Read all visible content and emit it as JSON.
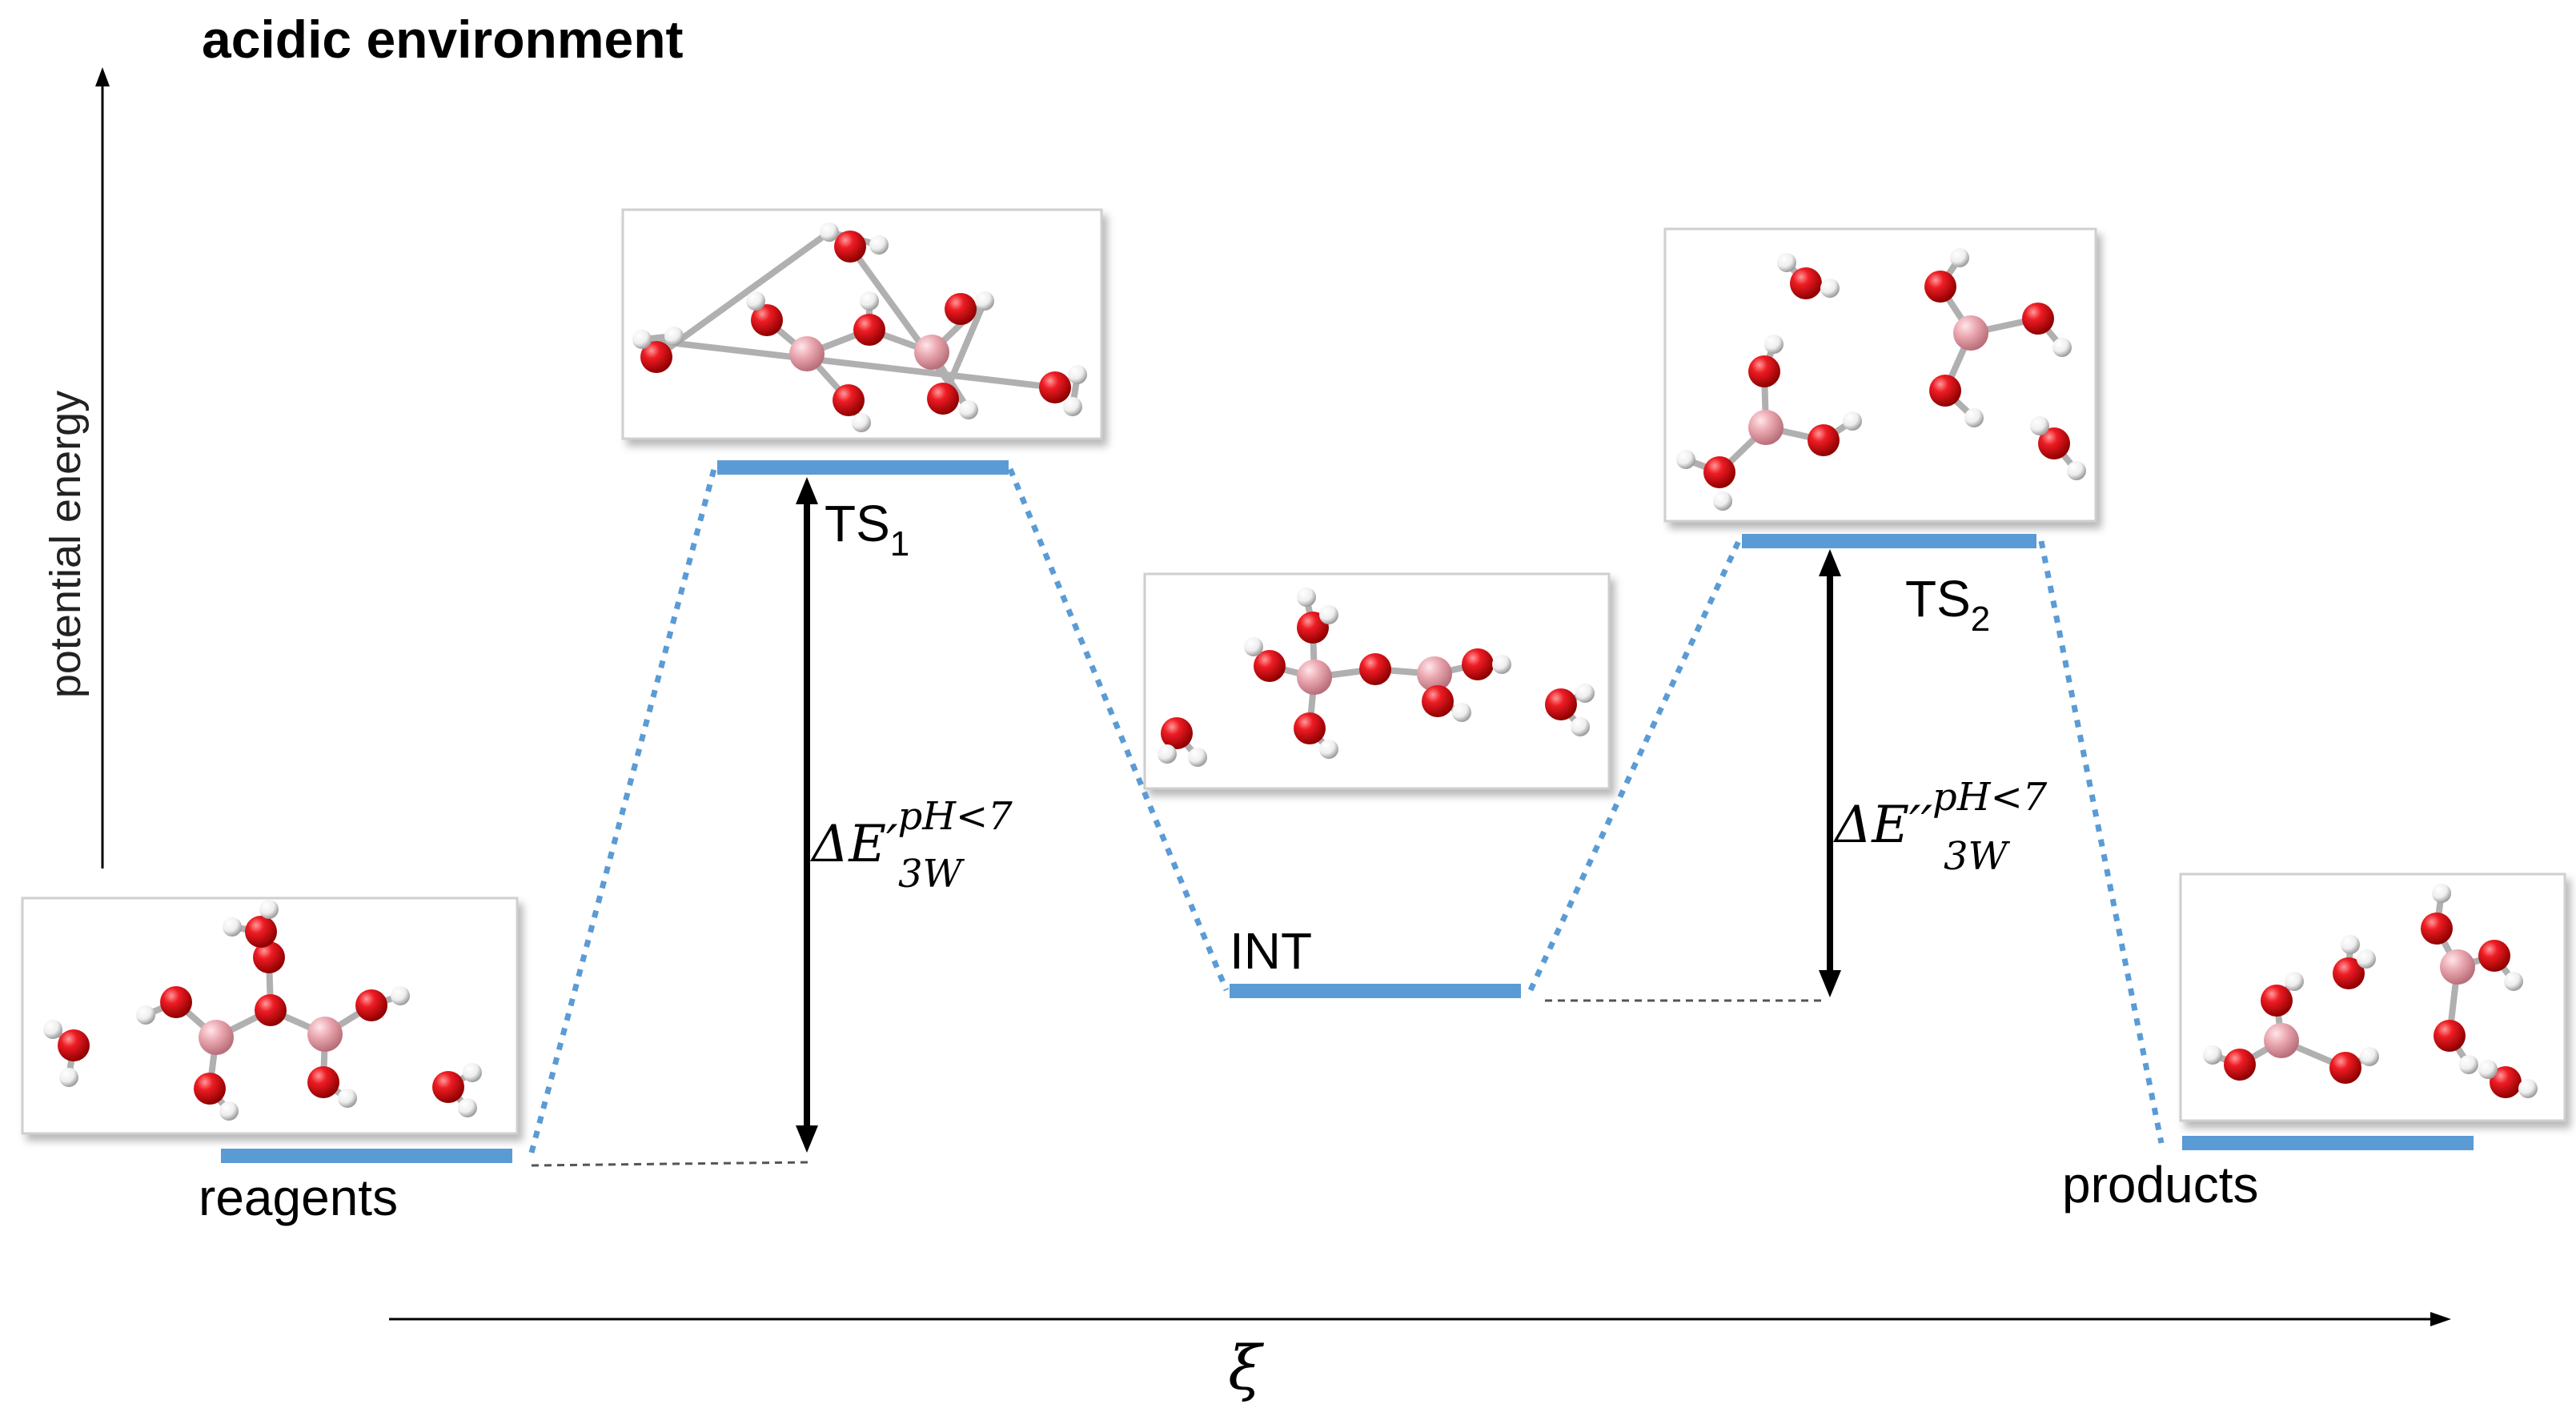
{
  "title": "acidic environment",
  "y_axis_label": "potential energy",
  "x_axis_label": "ξ",
  "states": {
    "reagents": "reagents",
    "ts1": "TS",
    "ts1_sub": "1",
    "int": "INT",
    "ts2": "TS",
    "ts2_sub": "2",
    "products": "products"
  },
  "barriers": {
    "first": {
      "delta": "ΔE′",
      "sup": "pH<7",
      "sub": "3W"
    },
    "second": {
      "delta": "ΔE′′",
      "sup": "pH<7",
      "sub": "3W"
    }
  },
  "colors": {
    "level": "#5b9bd5",
    "oxygen": "#e8141b",
    "boron": "#e8a5ad",
    "hydrogen": "#f2f2f2"
  }
}
